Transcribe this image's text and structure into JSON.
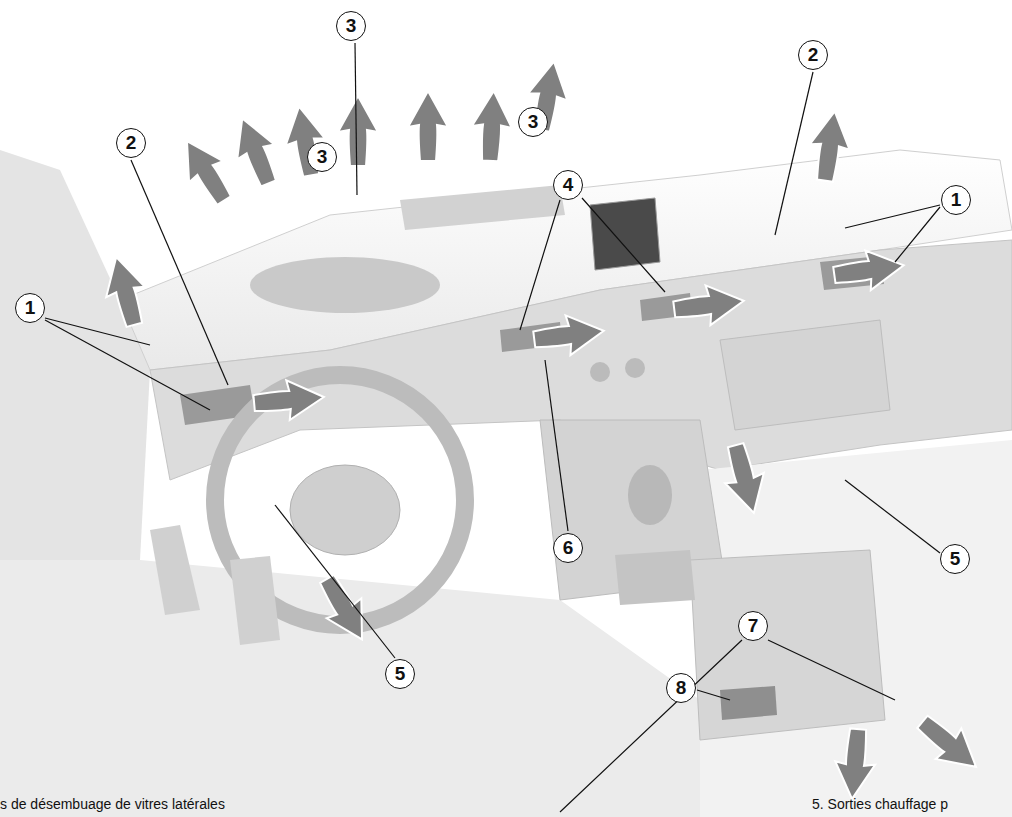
{
  "diagram": {
    "labels": [
      "3",
      "2",
      "2",
      "3",
      "3",
      "4",
      "1",
      "1",
      "6",
      "5",
      "7",
      "8",
      "5",
      "s de désembuage de vitres latérales",
      "5. Sorties chauffage p"
    ]
  }
}
